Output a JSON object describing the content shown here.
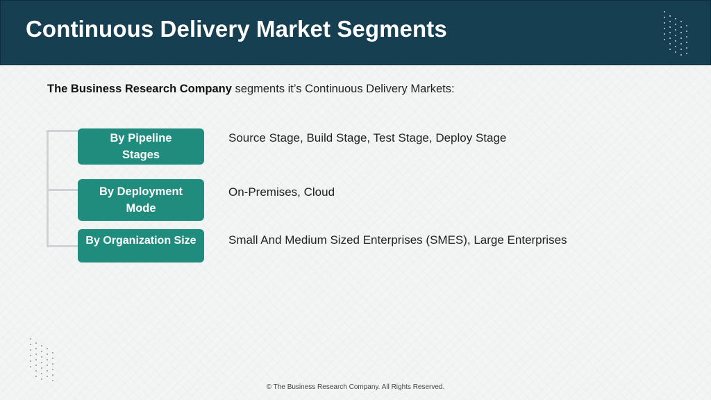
{
  "header": {
    "title": "Continuous Delivery Market Segments"
  },
  "intro": {
    "company": "The Business Research Company",
    "text": " segments it’s Continuous Delivery Markets:"
  },
  "segments": [
    {
      "label": "By Pipeline Stages",
      "values": "Source Stage, Build Stage, Test Stage, Deploy Stage"
    },
    {
      "label": "By Deployment Mode",
      "values": "On-Premises, Cloud"
    },
    {
      "label": "By Organization Size",
      "values": "Small And Medium Sized Enterprises (SMES), Large Enterprises"
    }
  ],
  "footer": {
    "copyright": "© The Business Research Company. All Rights Reserved."
  },
  "colors": {
    "header_bg": "#173f52",
    "segment_bg": "#1f8c7d",
    "connector": "#cfd3d5"
  },
  "icons": {
    "top_decoration": "dot-grid-pattern",
    "bottom_decoration": "dot-grid-pattern"
  }
}
